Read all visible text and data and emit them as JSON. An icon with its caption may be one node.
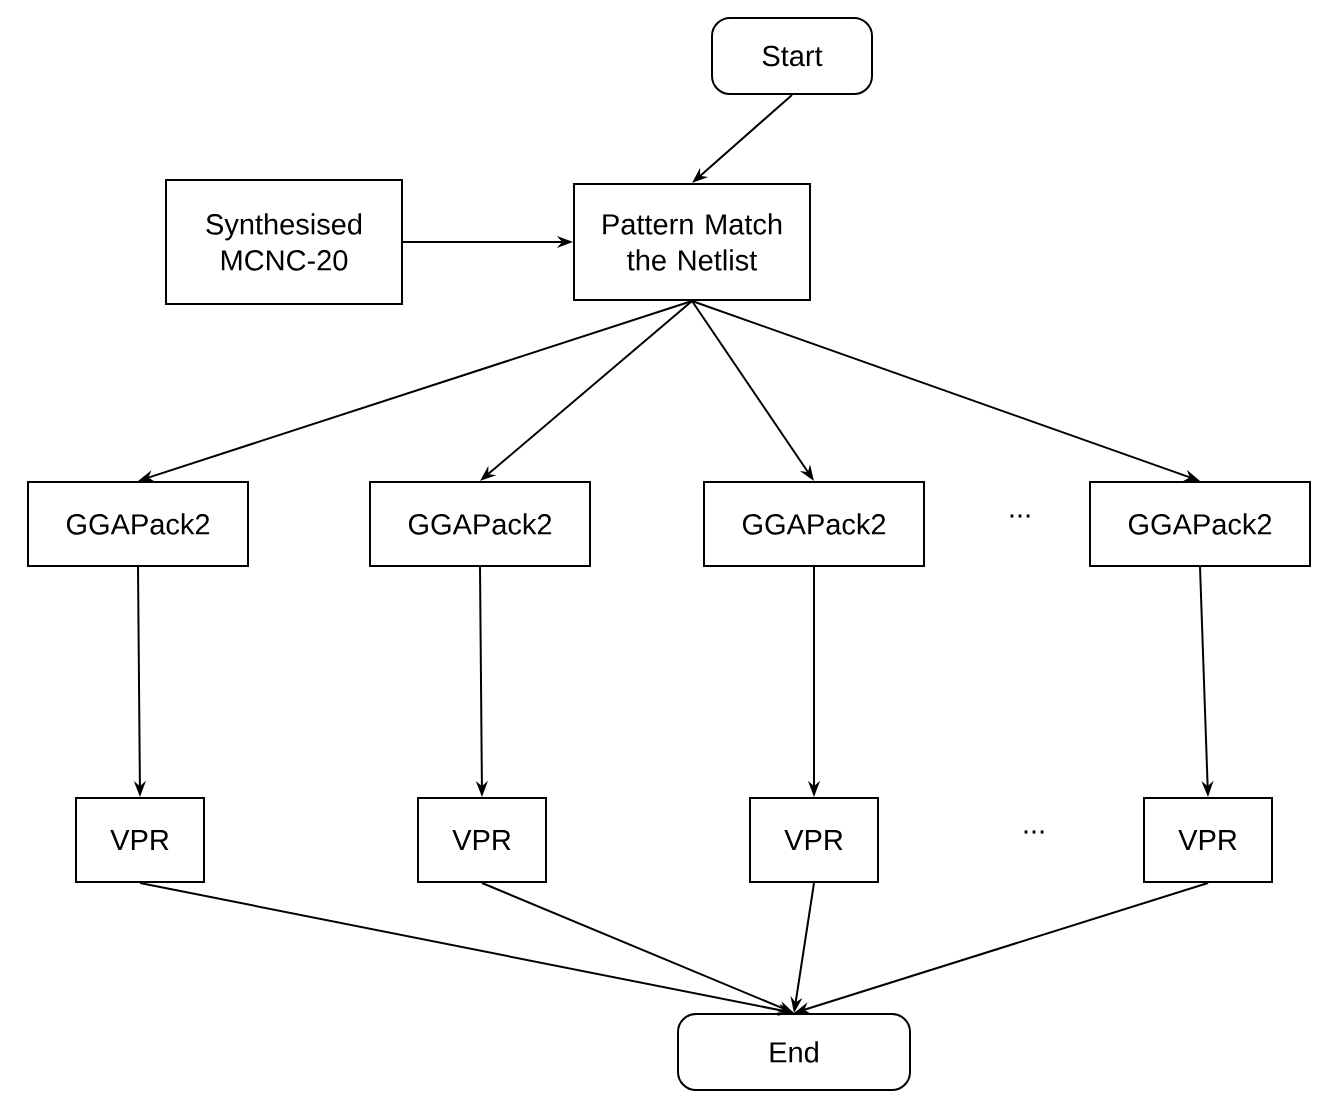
{
  "diagram": {
    "nodes": [
      {
        "text": [
          "Start"
        ]
      },
      {
        "text": [
          "Synthesised MCNC-20"
        ]
      },
      {
        "text": [
          "Pattern Match the Netlist"
        ]
      },
      {
        "text": [
          "GGAPack2"
        ]
      },
      {
        "text": [
          "GGAPack2"
        ]
      },
      {
        "text": [
          "GGAPack2"
        ]
      },
      {
        "text": [
          "GGAPack2"
        ]
      },
      {
        "text": [
          "VPR"
        ]
      },
      {
        "text": [
          "VPR"
        ]
      },
      {
        "text": [
          "VPR"
        ]
      },
      {
        "text": [
          "VPR"
        ]
      },
      {
        "text": [
          "End"
        ]
      }
    ],
    "edges": [
      {
        "from": 0,
        "to": 2,
        "arrow": "to"
      },
      {
        "from": 1,
        "to": 2,
        "arrow": "to"
      },
      {
        "from": 2,
        "to": 3,
        "arrow": "to"
      },
      {
        "from": 2,
        "to": 4,
        "arrow": "to"
      },
      {
        "from": 2,
        "to": 5,
        "arrow": "to"
      },
      {
        "from": 2,
        "to": 6,
        "arrow": "to"
      },
      {
        "from": 3,
        "to": 7,
        "arrow": "to"
      },
      {
        "from": 4,
        "to": 8,
        "arrow": "to"
      },
      {
        "from": 5,
        "to": 9,
        "arrow": "to"
      },
      {
        "from": 6,
        "to": 10,
        "arrow": "to"
      },
      {
        "from": 7,
        "to": 11,
        "arrow": "to"
      },
      {
        "from": 8,
        "to": 11,
        "arrow": "to"
      },
      {
        "from": 9,
        "to": 11,
        "arrow": "to"
      },
      {
        "from": 10,
        "to": 11,
        "arrow": "to"
      }
    ],
    "labels": [
      "...",
      "..."
    ]
  }
}
